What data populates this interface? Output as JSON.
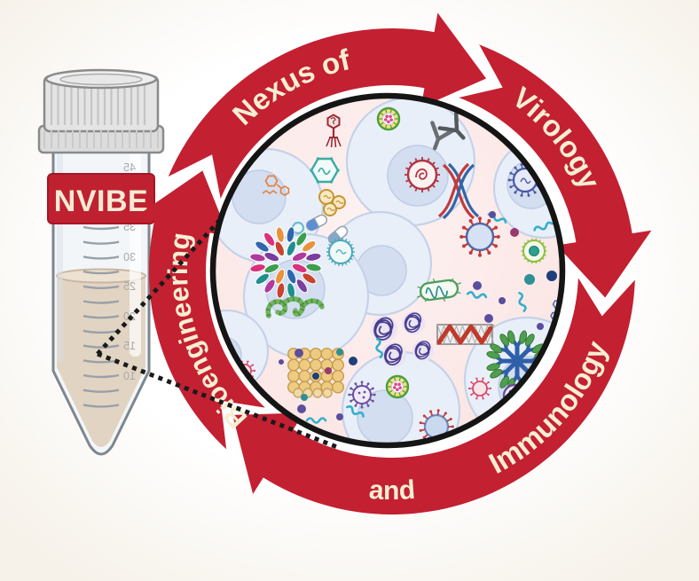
{
  "figure": {
    "name": "NVIBE logo",
    "acronym": "NVIBE"
  },
  "tube": {
    "label": "NVIBE",
    "graduation_values": [
      "45",
      "35",
      "30",
      "25",
      "20",
      "15",
      "10"
    ]
  },
  "cycle": {
    "top_label": "Nexus of",
    "right_label": "Virology",
    "bottom_right_label": "Immunology",
    "bottom_label": "and",
    "left_label": "Bioengineering"
  },
  "colors": {
    "arrow_red": "#C32031",
    "label_red": "#C02130",
    "cream_text": "#F7EED2",
    "circle_fill_pink": "#FBE7E6",
    "cell_fill": "#E9EFF9",
    "cell_stroke": "#C5D2E8",
    "nucleus_fill": "#D3DEF0",
    "background_cream": "#F6F1E9",
    "liquid_tan": "#E2D4C2",
    "outline_black": "#151515",
    "glass_gray": "#7E868E"
  },
  "microscope_view": {
    "icons": [
      "cell-icon",
      "bacteriophage-icon",
      "rotavirus-icon",
      "antibody-icon",
      "igm-antibody-star-icon",
      "antibody-star-icon",
      "viral-capsid-icon",
      "chemical-structure-icon",
      "enveloped-virus-icon",
      "dna-helix-icon",
      "spiky-virus-icon",
      "virus-like-particle-icon",
      "pill-capsule-icon",
      "coronavirus-icon",
      "green-virus-icon",
      "molecule-icon",
      "bacterium-icon",
      "nucleic-tangle-icon",
      "nanotube-icon",
      "protein-crystal-icon",
      "ebola-filament-icon",
      "vesicle-icon",
      "rna-squiggle-icon",
      "particle-dot-icon"
    ]
  }
}
